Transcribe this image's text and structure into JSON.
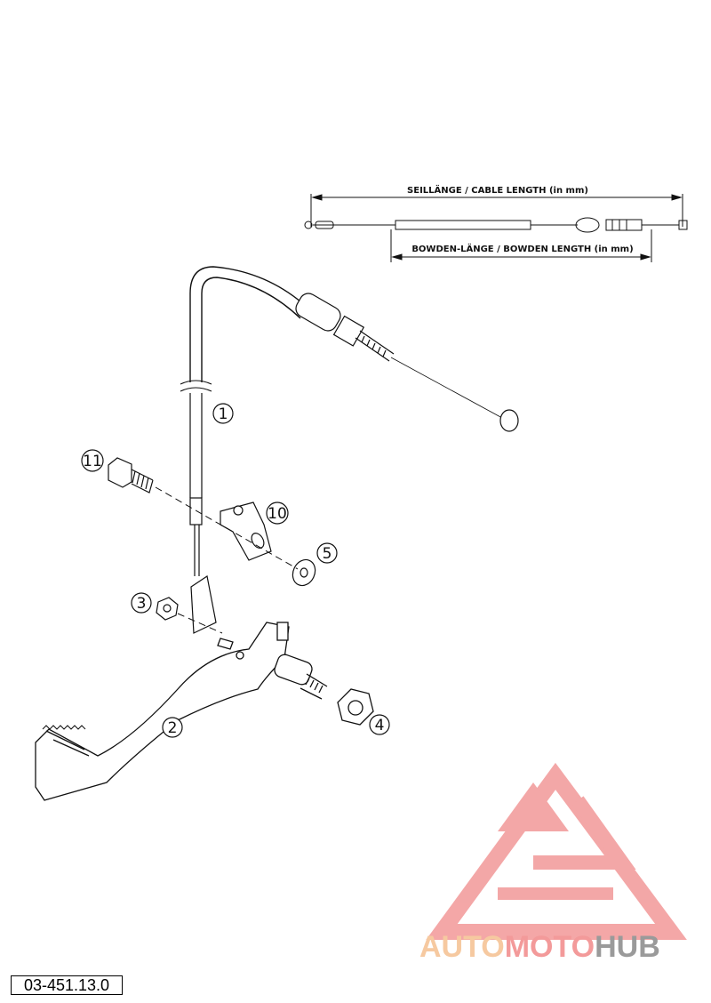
{
  "dimensions": {
    "cable_length_label": "SEILLÄNGE / CABLE LENGTH   (in mm)",
    "bowden_length_label": "BOWDEN-LÄNGE / BOWDEN LENGTH   (in mm)"
  },
  "callouts": {
    "c1": "1",
    "c2": "2",
    "c3": "3",
    "c4": "4",
    "c5": "5",
    "c10": "10",
    "c11": "11"
  },
  "watermark": {
    "part1": "AUTO",
    "part2": "MOTO",
    "part3": "HUB",
    "color1": "#f6c9a0",
    "color2": "#f39a9a",
    "color3": "#9a9a9a"
  },
  "document_number": "03-451.13.0"
}
